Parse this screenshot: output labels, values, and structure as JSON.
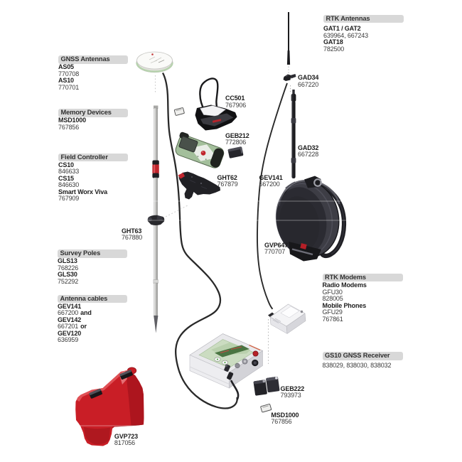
{
  "colors": {
    "accent_red": "#c62027",
    "leica_green": "#a9c2a0",
    "header_bar": "#d8d8d8",
    "cable_black": "#2a2a2c"
  },
  "sections": {
    "gnss_antennas": {
      "header": "GNSS Antennas",
      "items": [
        {
          "name": "AS05",
          "code": "770708"
        },
        {
          "name": "AS10",
          "code": "770701"
        }
      ]
    },
    "memory_devices": {
      "header": "Memory Devices",
      "items": [
        {
          "name": "MSD1000",
          "code": "767856"
        }
      ]
    },
    "field_controller": {
      "header": "Field Controller",
      "items": [
        {
          "name": "CS10",
          "code": "846633"
        },
        {
          "name": "CS15",
          "code": "846630"
        },
        {
          "name": "Smart Worx Viva",
          "code": "767909"
        }
      ]
    },
    "survey_poles": {
      "header": "Survey Poles",
      "items": [
        {
          "name": "GLS13",
          "code": "768226"
        },
        {
          "name": "GLS30",
          "code": "752292"
        }
      ]
    },
    "antenna_cables": {
      "header": "Antenna cables",
      "items": [
        {
          "name": "GEV141",
          "code": "667200",
          "conj": "and"
        },
        {
          "name": "GEV142",
          "code": "667201",
          "conj": "or"
        },
        {
          "name": "GEV120",
          "code": "636959",
          "conj": ""
        }
      ]
    },
    "rtk_antennas": {
      "header": "RTK Antennas",
      "items": [
        {
          "name": "GAT1 / GAT2",
          "code": "639964, 667243"
        },
        {
          "name": "GAT18",
          "code": "782500"
        }
      ]
    },
    "rtk_modems": {
      "header": "RTK Modems",
      "items": [
        {
          "name": "Radio Modems",
          "code": "GFU30",
          "code2": "828005"
        },
        {
          "name": "Mobile Phones",
          "code": "GFU29",
          "code2": "767861"
        }
      ]
    },
    "gs10_receiver": {
      "header": "GS10 GNSS Receiver",
      "codes": "838029, 838030, 838032"
    }
  },
  "part_labels": {
    "cc501": {
      "name": "CC501",
      "code": "767906"
    },
    "geb212": {
      "name": "GEB212",
      "code": "772806"
    },
    "ght62": {
      "name": "GHT62",
      "code": "767879"
    },
    "ght63": {
      "name": "GHT63",
      "code": "767880"
    },
    "gad34": {
      "name": "GAD34",
      "code": "667220"
    },
    "gad32": {
      "name": "GAD32",
      "code": "667228"
    },
    "gev141": {
      "name": "GEV141",
      "code": "667200"
    },
    "gvp647": {
      "name": "GVP647",
      "code": "770707"
    },
    "geb222": {
      "name": "GEB222",
      "code": "793973"
    },
    "msd1000": {
      "name": "MSD1000",
      "code": "767856"
    },
    "gvp723": {
      "name": "GVP723",
      "code": "817056"
    }
  }
}
